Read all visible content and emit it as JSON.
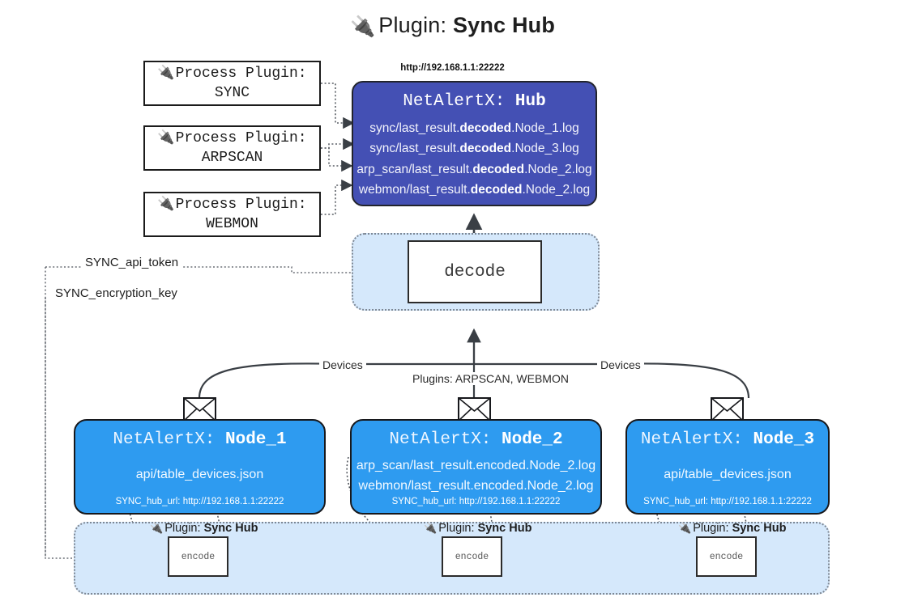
{
  "title": {
    "plug_icon": "🔌",
    "prefix": "Plugin: ",
    "name": "Sync Hub"
  },
  "process_plugins": [
    {
      "icon": "🔌",
      "line1": "Process Plugin:",
      "line2": "SYNC"
    },
    {
      "icon": "🔌",
      "line1": "Process Plugin:",
      "line2": "ARPSCAN"
    },
    {
      "icon": "🔌",
      "line1": "Process Plugin:",
      "line2": "WEBMON"
    }
  ],
  "hub": {
    "url": "http://192.168.1.1:22222",
    "title_prefix": "NetAlertX: ",
    "title_name": "Hub",
    "rows": [
      {
        "pre": "sync/last_result.",
        "mid": "decoded",
        "post": ".Node_1.log"
      },
      {
        "pre": "sync/last_result.",
        "mid": "decoded",
        "post": ".Node_3.log"
      },
      {
        "pre": "arp_scan/last_result.",
        "mid": "decoded",
        "post": ".Node_2.log"
      },
      {
        "pre": "webmon/last_result.",
        "mid": "decoded",
        "post": ".Node_2.log"
      }
    ]
  },
  "decode": {
    "label": "decode"
  },
  "tokens": {
    "api_token": "SYNC_api_token",
    "encryption_key": "SYNC_encryption_key"
  },
  "edge_labels": {
    "devices_left": "Devices",
    "devices_right": "Devices",
    "plugins_center": "Plugins: ARPSCAN, WEBMON"
  },
  "nodes": [
    {
      "title_prefix": "NetAlertX: ",
      "title_name": "Node_1",
      "lines": [
        "api/table_devices.json"
      ],
      "hub_url": "SYNC_hub_url: http://192.168.1.1:22222",
      "mail_icon": "envelope-icon"
    },
    {
      "title_prefix": "NetAlertX: ",
      "title_name": "Node_2",
      "lines": [
        "arp_scan/last_result.encoded.Node_2.log",
        "webmon/last_result.encoded.Node_2.log"
      ],
      "hub_url": "SYNC_hub_url: http://192.168.1.1:22222",
      "mail_icon": "envelope-icon"
    },
    {
      "title_prefix": "NetAlertX: ",
      "title_name": "Node_3",
      "lines": [
        "api/table_devices.json"
      ],
      "hub_url": "SYNC_hub_url: http://192.168.1.1:22222",
      "mail_icon": "envelope-icon"
    }
  ],
  "encoders": [
    {
      "caption_icon": "🔌",
      "caption_prefix": "Plugin: ",
      "caption_name": "Sync Hub",
      "label": "encode"
    },
    {
      "caption_icon": "🔌",
      "caption_prefix": "Plugin: ",
      "caption_name": "Sync Hub",
      "label": "encode"
    },
    {
      "caption_icon": "🔌",
      "caption_prefix": "Plugin: ",
      "caption_name": "Sync Hub",
      "label": "encode"
    }
  ],
  "colors": {
    "hub_fill": "#4450b4",
    "node_fill": "#2e9bf0",
    "panel_fill": "#d5e8fb",
    "stroke": "#3a3f45",
    "background": "#ffffff"
  }
}
